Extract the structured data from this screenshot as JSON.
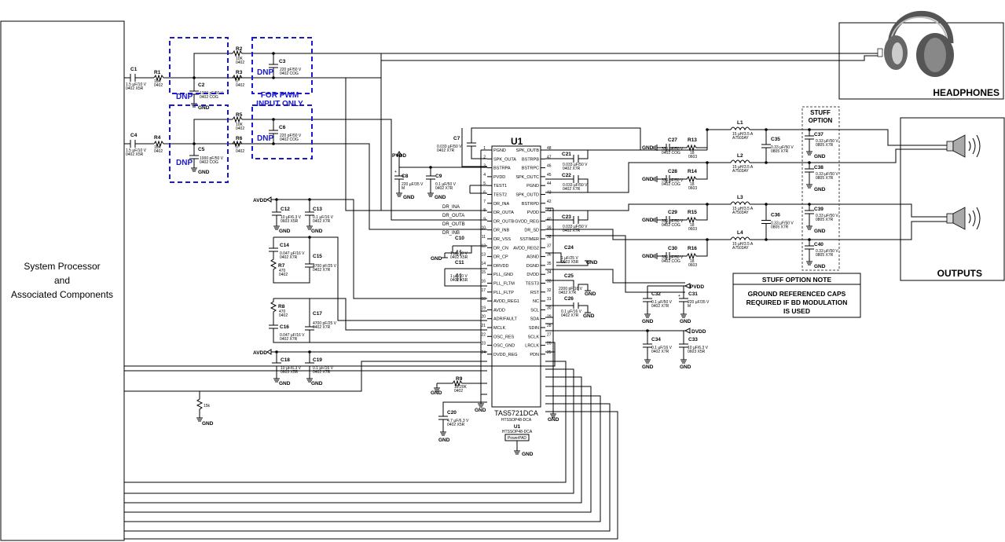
{
  "blocks": {
    "processor": [
      "System Processor",
      "and",
      "Associated Components"
    ],
    "headphones": "HEADPHONES",
    "outputs": "OUTPUTS",
    "pwm_note": [
      "FOR PWM",
      "INPUT ONLY"
    ],
    "stuff_option": [
      "STUFF",
      "OPTION"
    ],
    "stuff_option_note": {
      "title": "STUFF OPTION NOTE",
      "lines": [
        "GROUND REFERENCED CAPS",
        "REQUIRED IF BD MODULATION",
        "IS USED"
      ]
    },
    "dnp": "DNP"
  },
  "ic": {
    "name": "U1",
    "part": "TAS5721DCA",
    "package": "HTSSOP48-DCA",
    "sub_name": "U1",
    "sub_package": "HTSSOP48-DCA",
    "sub_pad": "PowerPAD",
    "left_pins": [
      {
        "num": "1",
        "name": "PGND"
      },
      {
        "num": "2",
        "name": "SPK_OUTA"
      },
      {
        "num": "3",
        "name": "BSTRPA"
      },
      {
        "num": "4",
        "name": "PVDD"
      },
      {
        "num": "5",
        "name": "TEST1"
      },
      {
        "num": "6",
        "name": "TEST2"
      },
      {
        "num": "7",
        "name": "DR_INA"
      },
      {
        "num": "8",
        "name": "DR_OUTA"
      },
      {
        "num": "9",
        "name": "DR_OUTB"
      },
      {
        "num": "10",
        "name": "DR_INB"
      },
      {
        "num": "11",
        "name": "DR_VSS"
      },
      {
        "num": "12",
        "name": "DR_CN"
      },
      {
        "num": "13",
        "name": "DR_CP"
      },
      {
        "num": "14",
        "name": "DRVDD"
      },
      {
        "num": "15",
        "name": "PLL_GND"
      },
      {
        "num": "16",
        "name": "PLL_FLTM"
      },
      {
        "num": "17",
        "name": "PLL_FLTP"
      },
      {
        "num": "18",
        "name": "AVDD_REG1"
      },
      {
        "num": "19",
        "name": "AVDD"
      },
      {
        "num": "20",
        "name": "ADR/FAULT"
      },
      {
        "num": "21",
        "name": "MCLK"
      },
      {
        "num": "22",
        "name": "OSC_RES"
      },
      {
        "num": "23",
        "name": "OSC_GND"
      },
      {
        "num": "24",
        "name": "DVDD_REG"
      }
    ],
    "right_pins": [
      {
        "num": "48",
        "name": "SPK_OUTB"
      },
      {
        "num": "47",
        "name": "BSTRPB"
      },
      {
        "num": "46",
        "name": "BSTRPC"
      },
      {
        "num": "45",
        "name": "SPK_OUTC"
      },
      {
        "num": "44",
        "name": "PGND"
      },
      {
        "num": "43",
        "name": "SPK_OUTD"
      },
      {
        "num": "42",
        "name": "BSTRPD"
      },
      {
        "num": "41",
        "name": "PVDD"
      },
      {
        "num": "40",
        "name": "GVDD_REG"
      },
      {
        "num": "39",
        "name": "DR_SD"
      },
      {
        "num": "38",
        "name": "SSTIMER"
      },
      {
        "num": "37",
        "name": "AVDD_REG2"
      },
      {
        "num": "36",
        "name": "AGND"
      },
      {
        "num": "35",
        "name": "DGND"
      },
      {
        "num": "34",
        "name": "DVDD"
      },
      {
        "num": "33",
        "name": "TEST3"
      },
      {
        "num": "32",
        "name": "RST"
      },
      {
        "num": "31",
        "name": "NC"
      },
      {
        "num": "30",
        "name": "SCL"
      },
      {
        "num": "29",
        "name": "SDA"
      },
      {
        "num": "28",
        "name": "SDIN"
      },
      {
        "num": "27",
        "name": "SCLK"
      },
      {
        "num": "26",
        "name": "LRCLK"
      },
      {
        "num": "25",
        "name": "PDN"
      }
    ]
  },
  "nets": {
    "dr_ina": "DR_INA",
    "dr_outa": "DR_OUTA",
    "dr_outb": "DR_OUTB",
    "dr_inb": "DR_INB"
  },
  "power": {
    "pvdd": "PVDD",
    "avdd": "AVDD",
    "dvdd": "DVDD",
    "gnd": "GND"
  },
  "components": {
    "C1": {
      "ref": "C1",
      "v1": "1.5 µF/10 V",
      "v2": "0402 X5R"
    },
    "R1": {
      "ref": "R1",
      "v1": "10K",
      "v2": "0402"
    },
    "C2": {
      "ref": "C2",
      "v1": "1000 pF/50 V",
      "v2": "0402 COG"
    },
    "R2": {
      "ref": "R2",
      "v1": "10K",
      "v2": "0402"
    },
    "R3": {
      "ref": "R3",
      "v1": "0",
      "v2": "0402"
    },
    "C3": {
      "ref": "C3",
      "v1": "220 pF/50 V",
      "v2": "0402 COG"
    },
    "C4": {
      "ref": "C4",
      "v1": "1.5 µF/10 V",
      "v2": "0402 X5R"
    },
    "R4": {
      "ref": "R4",
      "v1": "10K",
      "v2": "0402"
    },
    "C5": {
      "ref": "C5",
      "v1": "1000 pF/50 V",
      "v2": "0402 COG"
    },
    "R5": {
      "ref": "R5",
      "v1": "10K",
      "v2": "0402"
    },
    "R6": {
      "ref": "R6",
      "v1": "0",
      "v2": "0402"
    },
    "C6": {
      "ref": "C6",
      "v1": "220 pF/50 V",
      "v2": "0402 COG"
    },
    "C7": {
      "ref": "C7",
      "v1": "0.033 µF/50 V",
      "v2": "0402 X7R"
    },
    "C8": {
      "ref": "C8",
      "v1": "220 µF/35 V",
      "v2": "M"
    },
    "C9": {
      "ref": "C9",
      "v1": "0.1 µF/50 V",
      "v2": "0402 X7R"
    },
    "C10": {
      "ref": "C10",
      "v1": "1 µF/10 V",
      "v2": "0402 X5R"
    },
    "C11": {
      "ref": "C11",
      "v1": "1 µF/10 V",
      "v2": "0402 X5R"
    },
    "C12": {
      "ref": "C12",
      "v1": "10 µF/6.3 V",
      "v2": "0603 X5R"
    },
    "C13": {
      "ref": "C13",
      "v1": "0.1 µF/16 V",
      "v2": "0402 X7R"
    },
    "C14": {
      "ref": "C14",
      "v1": "0.047 µF/16 V",
      "v2": "0402 X7R"
    },
    "R7": {
      "ref": "R7",
      "v1": "470",
      "v2": "0402"
    },
    "C15": {
      "ref": "C15",
      "v1": "4700 pF/25 V",
      "v2": "0402 X7R"
    },
    "R8": {
      "ref": "R8",
      "v1": "470",
      "v2": "0402"
    },
    "C16": {
      "ref": "C16",
      "v1": "0.047 µF/16 V",
      "v2": "0402 X7R"
    },
    "C17": {
      "ref": "C17",
      "v1": "4700 pF/25 V",
      "v2": "0402 X7R"
    },
    "C18": {
      "ref": "C18",
      "v1": "10 µF/6.3 V",
      "v2": "0603 X5R"
    },
    "C19": {
      "ref": "C19",
      "v1": "0.1 µF/16 V",
      "v2": "0402 X7R"
    },
    "R9": {
      "ref": "R9",
      "v1": "18.20K",
      "v2": "0402"
    },
    "C20": {
      "ref": "C20",
      "v1": "4.7 µF/6.3 V",
      "v2": "0402 X5R"
    },
    "R10": {
      "v1": "15k"
    },
    "C21": {
      "ref": "C21",
      "v1": "0.033 µF/50 V",
      "v2": "0402 X7R"
    },
    "C22": {
      "ref": "C22",
      "v1": "0.033 µF/50 V",
      "v2": "0402 X7R"
    },
    "C23": {
      "ref": "C23",
      "v1": "0.033 µF/50 V",
      "v2": "0402 X7R"
    },
    "C24": {
      "ref": "C24",
      "v1": "1 µF/25 V",
      "v2": "0603 X5R"
    },
    "C25": {
      "ref": "C25",
      "v1": "2200 pF/16 V",
      "v2": "0402 X7R"
    },
    "C26": {
      "ref": "C26",
      "v1": "0.1 µF/16 V",
      "v2": "0402 X7R"
    },
    "C27": {
      "ref": "C27",
      "v1": "330 pF/50 V",
      "v2": "0402 COG"
    },
    "R13": {
      "ref": "R13",
      "v1": "18",
      "v2": "0603"
    },
    "C28": {
      "ref": "C28",
      "v1": "330 pF/50 V",
      "v2": "0402 COG"
    },
    "R14": {
      "ref": "R14",
      "v1": "18",
      "v2": "0603"
    },
    "C29": {
      "ref": "C29",
      "v1": "330 pF/50 V",
      "v2": "0402 COG"
    },
    "R15": {
      "ref": "R15",
      "v1": "18",
      "v2": "0603"
    },
    "C30": {
      "ref": "C30",
      "v1": "330 pF/50 V",
      "v2": "0402 COG"
    },
    "R16": {
      "ref": "R16",
      "v1": "18",
      "v2": "0603"
    },
    "L1": {
      "ref": "L1",
      "v1": "15 µH/3.5 A",
      "v2": "A7503AY"
    },
    "L2": {
      "ref": "L2",
      "v1": "15 µH/3.5 A",
      "v2": "A7503AY"
    },
    "L3": {
      "ref": "L3",
      "v1": "15 µH/3.5 A",
      "v2": "A7503AY"
    },
    "L4": {
      "ref": "L4",
      "v1": "15 µH/3.5 A",
      "v2": "A7503AY"
    },
    "C35": {
      "ref": "C35",
      "v1": "0.33 µF/50 V",
      "v2": "0805 X7R"
    },
    "C36": {
      "ref": "C36",
      "v1": "0.33 µF/50 V",
      "v2": "0805 X7R"
    },
    "C37": {
      "ref": "C37",
      "v1": "0.33 µF/50 V",
      "v2": "0805 X7R"
    },
    "C38": {
      "ref": "C38",
      "v1": "0.33 µF/50 V",
      "v2": "0805 X7R"
    },
    "C39": {
      "ref": "C39",
      "v1": "0.33 µF/50 V",
      "v2": "0805 X7R"
    },
    "C40": {
      "ref": "C40",
      "v1": "0.33 µF/50 V",
      "v2": "0805 X7R"
    },
    "C31": {
      "ref": "C31",
      "v1": "220 µF/35 V",
      "v2": "M"
    },
    "C32": {
      "ref": "C32",
      "v1": "0.1 µF/50 V",
      "v2": "0402 X7R"
    },
    "C33": {
      "ref": "C33",
      "v1": "10 µF/6.3 V",
      "v2": "0603 X5R"
    },
    "C34": {
      "ref": "C34",
      "v1": "0.1 µF/16 V",
      "v2": "0402 X7R"
    }
  }
}
